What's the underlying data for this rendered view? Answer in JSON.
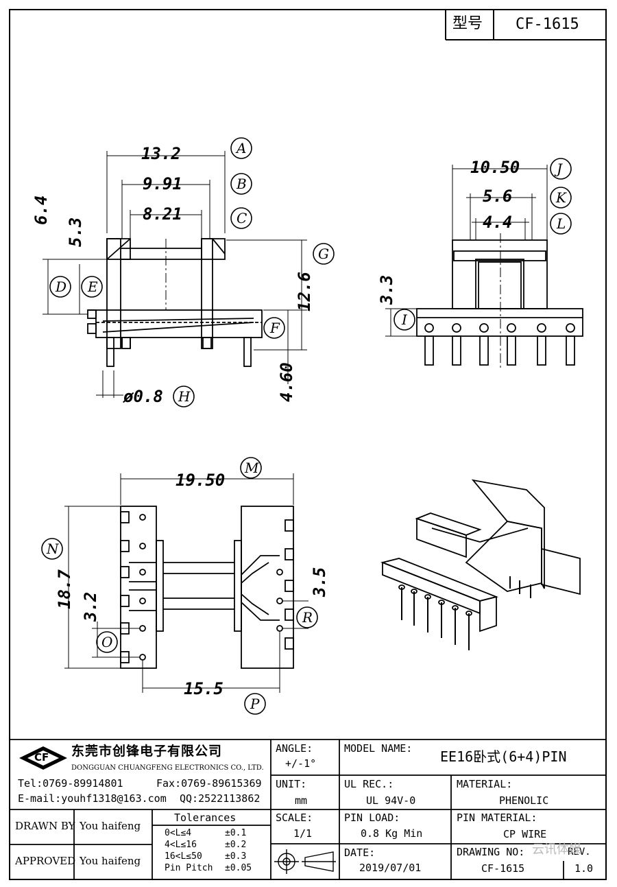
{
  "header": {
    "model_label": "型号",
    "model_value": "CF-1615"
  },
  "dims": {
    "A": "13.2",
    "B": "9.91",
    "C": "8.21",
    "v1": "6.4",
    "v2": "5.3",
    "G": "12.6",
    "F": "4.60",
    "H": "ø0.8",
    "J": "10.50",
    "K": "5.6",
    "L": "4.4",
    "I": "3.3",
    "M": "19.50",
    "N": "18.7",
    "O": "3.2",
    "R": "3.5",
    "P": "15.5"
  },
  "letters": {
    "A": "A",
    "B": "B",
    "C": "C",
    "D": "D",
    "E": "E",
    "F": "F",
    "G": "G",
    "H": "H",
    "I": "I",
    "J": "J",
    "K": "K",
    "L": "L",
    "M": "M",
    "N": "N",
    "O": "O",
    "P": "P",
    "R": "R"
  },
  "company": {
    "logo_text": "CF",
    "name_cn": "东莞市创锋电子有限公司",
    "name_en": "DONGGUAN CHUANGFENG ELECTRONICS CO., LTD.",
    "tel": "Tel:0769-89914801",
    "fax": "Fax:0769-89615369",
    "email": "E-mail:youhf1318@163.com",
    "qq": "QQ:2522113862"
  },
  "title_block": {
    "angle_label": "ANGLE:",
    "angle_value": "+/-1°",
    "unit_label": "UNIT:",
    "unit_value": "mm",
    "scale_label": "SCALE:",
    "scale_value": "1/1",
    "model_name_label": "MODEL NAME:",
    "model_name_value": "EE16卧式(6+4)PIN",
    "ul_label": "UL REC.:",
    "ul_value": "UL 94V-0",
    "material_label": "MATERIAL:",
    "material_value": "PHENOLIC",
    "pin_load_label": "PIN LOAD:",
    "pin_load_value": "0.8 Kg Min",
    "pin_material_label": "PIN MATERIAL:",
    "pin_material_value": "CP WIRE",
    "date_label": "DATE:",
    "date_value": "2019/07/01",
    "drawing_no_label": "DRAWING NO:",
    "drawing_no_value": "CF-1615",
    "rev_label": "REV.",
    "rev_value": "1.0",
    "drawn_by_label": "DRAWN BY",
    "drawn_by_value": "You haifeng",
    "approved_label": "APPROVED",
    "approved_value": "You haifeng",
    "tolerances_title": "Tolerances",
    "tolerances": [
      {
        "range": "0<L≤4",
        "value": "±0.1"
      },
      {
        "range": "4<L≤16",
        "value": "±0.2"
      },
      {
        "range": "16<L≤50",
        "value": "±0.3"
      },
      {
        "range": "Pin Pitch",
        "value": "±0.05"
      }
    ]
  },
  "watermark": "云讯体媒"
}
